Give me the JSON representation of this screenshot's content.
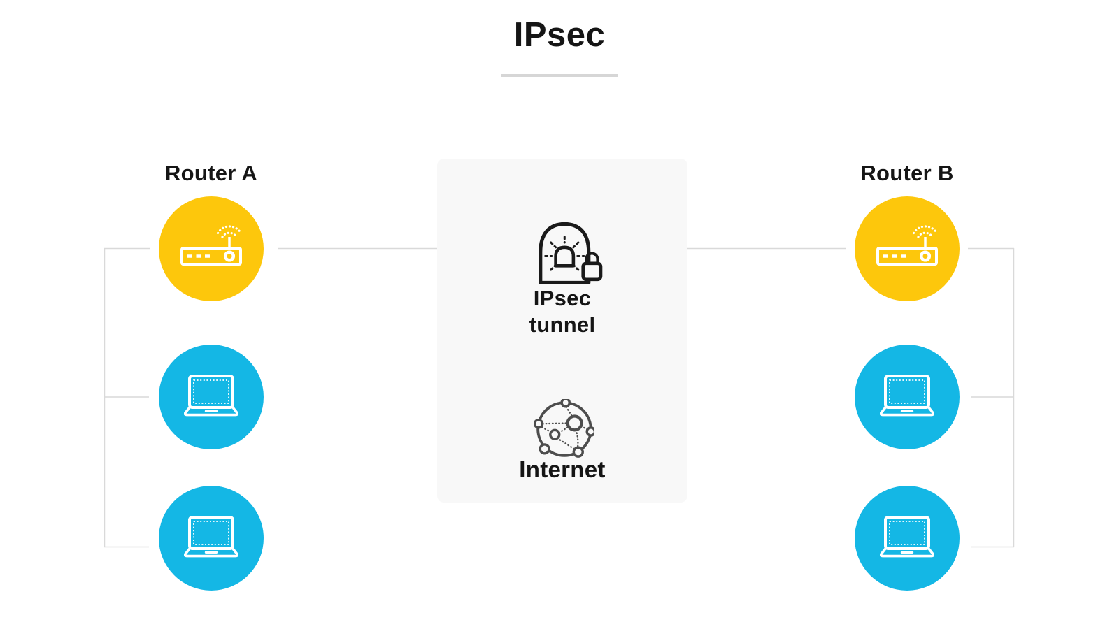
{
  "title": "IPsec",
  "left_group": {
    "label": "Router A",
    "devices": [
      "wireless-router",
      "laptop",
      "laptop"
    ]
  },
  "right_group": {
    "label": "Router B",
    "devices": [
      "wireless-router",
      "laptop",
      "laptop"
    ]
  },
  "center_panel": {
    "tunnel_label": "IPsec\ntunnel",
    "internet_label": "Internet"
  },
  "icons": {
    "router": "wireless-router-icon",
    "laptop": "laptop-icon",
    "tunnel": "secure-tunnel-lock-icon",
    "internet": "globe-network-icon"
  },
  "colors": {
    "router_circle": "#FDC70C",
    "device_circle": "#14B7E5",
    "panel_bg": "#F8F8F8",
    "connector_line": "#D9D9D9",
    "icon_dark": "#1A1A1A",
    "icon_gray": "#4D4D4D",
    "text": "#151515",
    "underline": "#D6D6D6"
  }
}
